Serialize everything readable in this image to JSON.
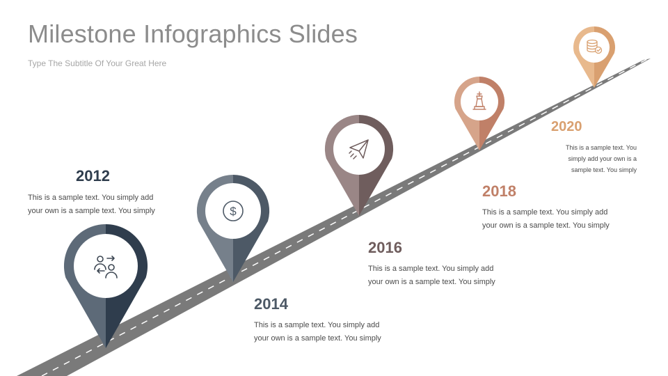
{
  "header": {
    "title": "Milestone Infographics Slides",
    "subtitle": "Type The Subtitle Of Your Great Here"
  },
  "milestones": [
    {
      "year": "2012",
      "text": "This is a sample text. You simply add your own is a sample text. You simply",
      "icon": "users-exchange-icon",
      "color_light": "#5d6a78",
      "color_dark": "#2f3d4d"
    },
    {
      "year": "2014",
      "text": "This is a sample text. You simply add your own is a sample text. You simply",
      "icon": "dollar-icon",
      "color_light": "#76808b",
      "color_dark": "#4d5966"
    },
    {
      "year": "2016",
      "text": "This is a sample text. You simply add your own is a sample text. You simply",
      "icon": "paper-plane-icon",
      "color_light": "#9a8686",
      "color_dark": "#6f5d5d"
    },
    {
      "year": "2018",
      "text": "This is a sample text. You simply add your own is a sample text. You simply",
      "icon": "chess-king-icon",
      "color_light": "#d6a48a",
      "color_dark": "#c08068"
    },
    {
      "year": "2020",
      "text": "This is a sample text. You simply add your own is a sample text. You simply",
      "icon": "database-check-icon",
      "color_light": "#e8b98d",
      "color_dark": "#d9a070"
    }
  ]
}
